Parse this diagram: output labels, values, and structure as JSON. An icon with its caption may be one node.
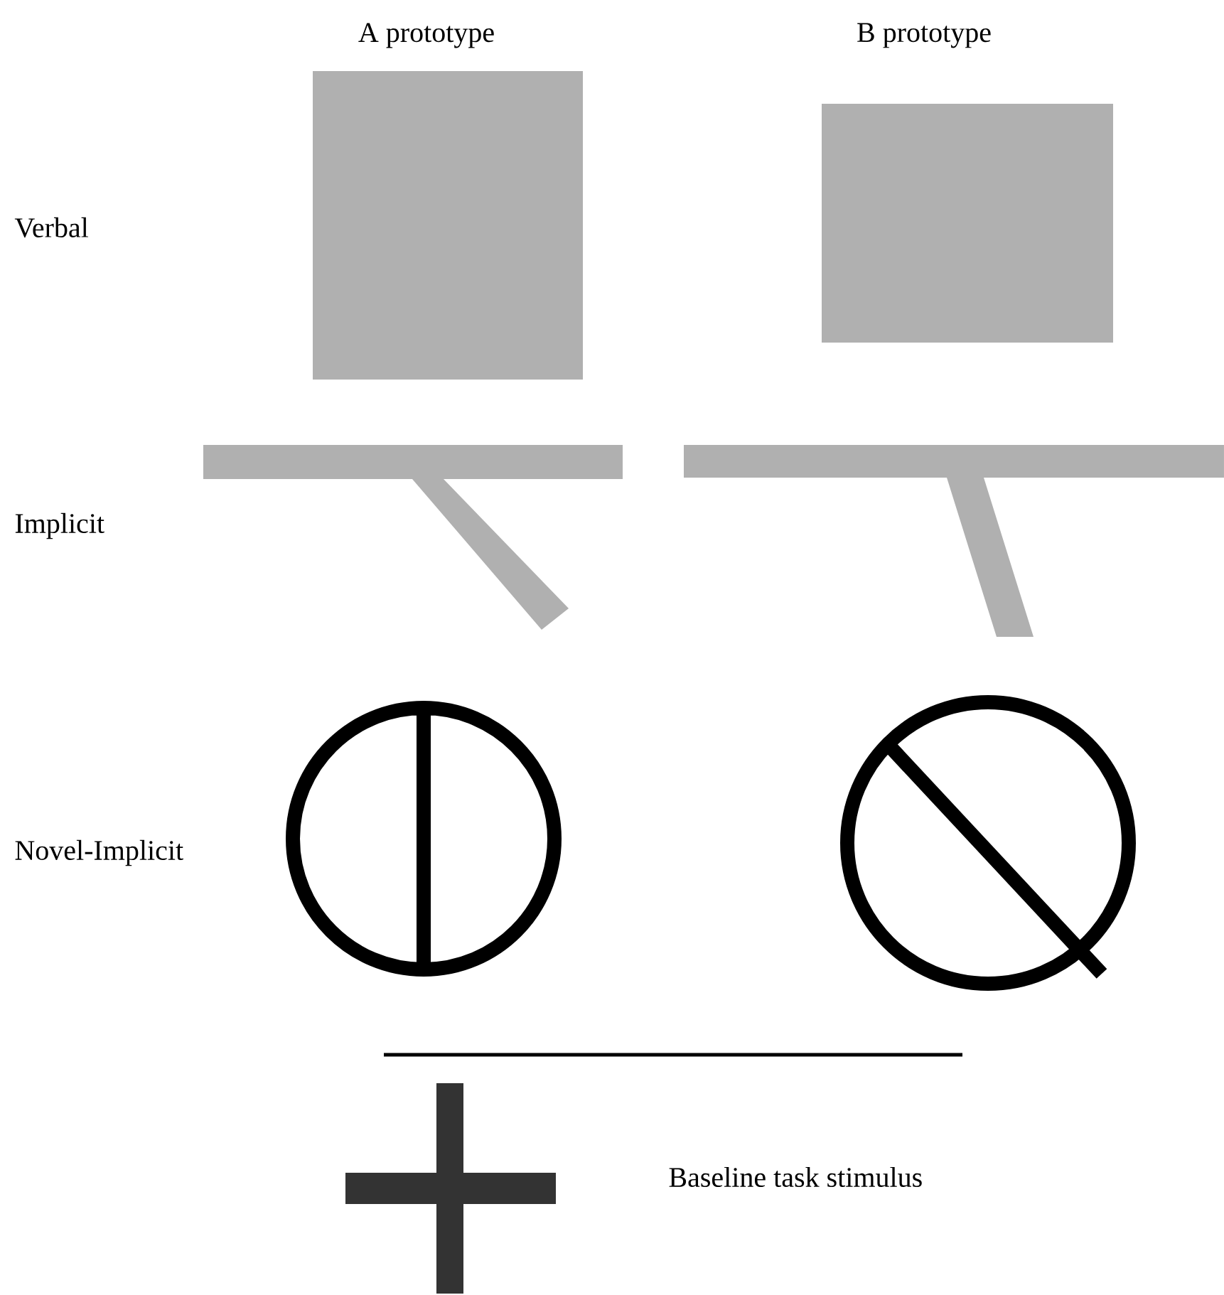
{
  "diagram": {
    "labels": [
      "A prototype",
      "B prototype",
      "Verbal",
      "Implicit",
      "Novel-Implicit",
      "Baseline task stimulus"
    ]
  }
}
